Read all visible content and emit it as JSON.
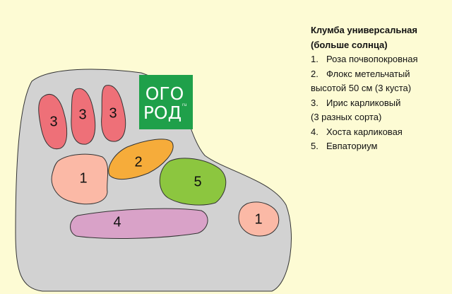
{
  "legend": {
    "title_line1": "Клумба универсальная",
    "title_line2": "(больше солнца)",
    "items": [
      {
        "num": "1.",
        "text": "Роза почвопокровная"
      },
      {
        "num": "2.",
        "text": "Флокс метельчатый",
        "cont": "высотой 50 см (3 куста)"
      },
      {
        "num": "3.",
        "text": "Ирис карликовый",
        "cont": "(3 разных сорта)"
      },
      {
        "num": "4.",
        "text": "Хоста карликовая"
      },
      {
        "num": "5.",
        "text": "Евпаториум"
      }
    ]
  },
  "beds": {
    "iris_a": "3",
    "iris_b": "3",
    "iris_c": "3",
    "rose_a": "1",
    "phlox": "2",
    "eupatorium": "5",
    "hosta": "4",
    "rose_b": "1"
  },
  "logo": {
    "line1": "ОГО",
    "line2": "РОД",
    "suffix": "ru"
  },
  "colors": {
    "background": "#fdfbd4",
    "lawn": "#d2d2d2",
    "iris": "#ee7078",
    "rose": "#fbb9a6",
    "phlox": "#f6ac3a",
    "eupatorium": "#8cc63f",
    "hosta": "#d9a2c8",
    "logo": "#1fa04a"
  }
}
